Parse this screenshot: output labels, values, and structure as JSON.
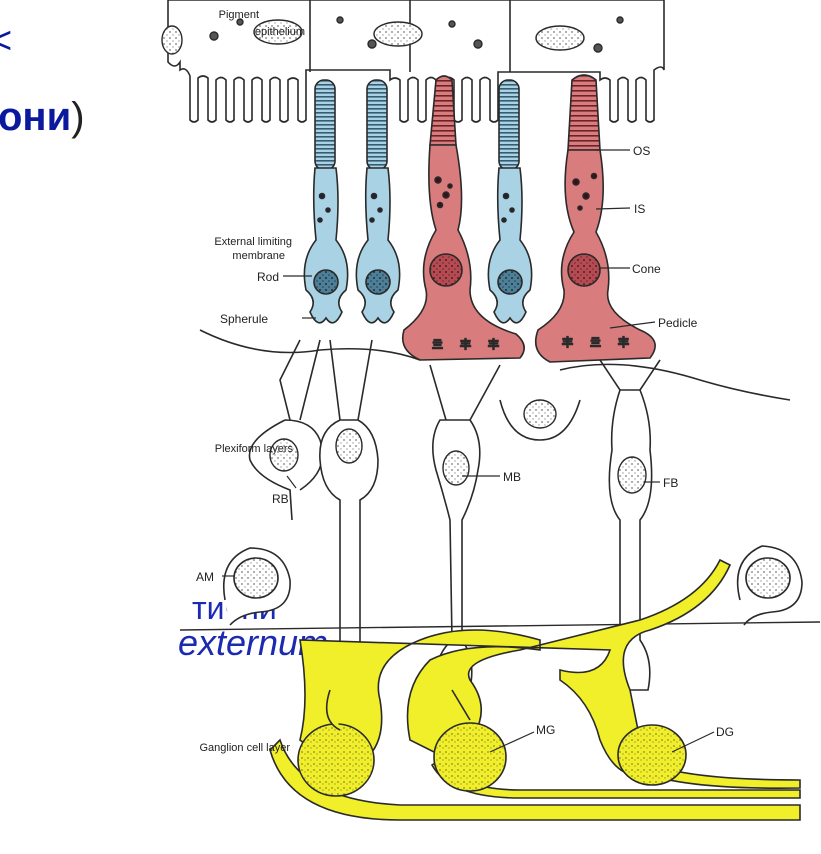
{
  "background_text": {
    "fragment_top": "<",
    "bold_heading": "они",
    "paren": ")",
    "line_mid": "тични",
    "line_italic": "externum"
  },
  "left_labels": {
    "pigment": [
      "Pigment",
      "epithelium"
    ],
    "external": [
      "External limiting",
      "membrane"
    ],
    "plexiform": "Plexiform layers",
    "ganglion": "Ganglion cell layer"
  },
  "cell_labels": {
    "os": "OS",
    "is": "IS",
    "cone": "Cone",
    "pedicle": "Pedicle",
    "rod": "Rod",
    "spherule": "Spherule",
    "rb": "RB",
    "mb": "MB",
    "fb": "FB",
    "am": "AM",
    "mg": "MG",
    "dg": "DG"
  },
  "colors": {
    "rod_fill": "#a9d3e4",
    "cone_fill": "#d97c7e",
    "ganglion_fill": "#f1ef2a",
    "outline": "#2a2a2a",
    "text_blue": "#0b1a9c"
  }
}
